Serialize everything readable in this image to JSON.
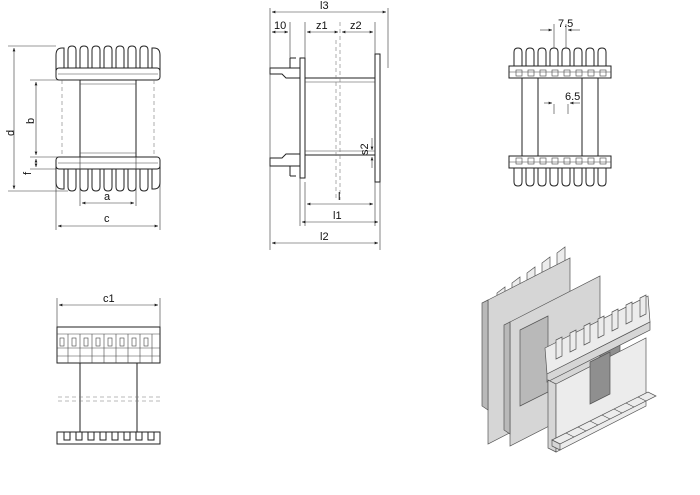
{
  "labels": {
    "d": "d",
    "b": "b",
    "f": "f",
    "a": "a",
    "c": "c",
    "l3": "l3",
    "ten": "10",
    "z1": "z1",
    "z2": "z2",
    "s2": "s2",
    "l": "l",
    "l1": "l1",
    "l2": "l2",
    "pitch": "7.5",
    "pin": "6.5",
    "c1": "c1"
  }
}
